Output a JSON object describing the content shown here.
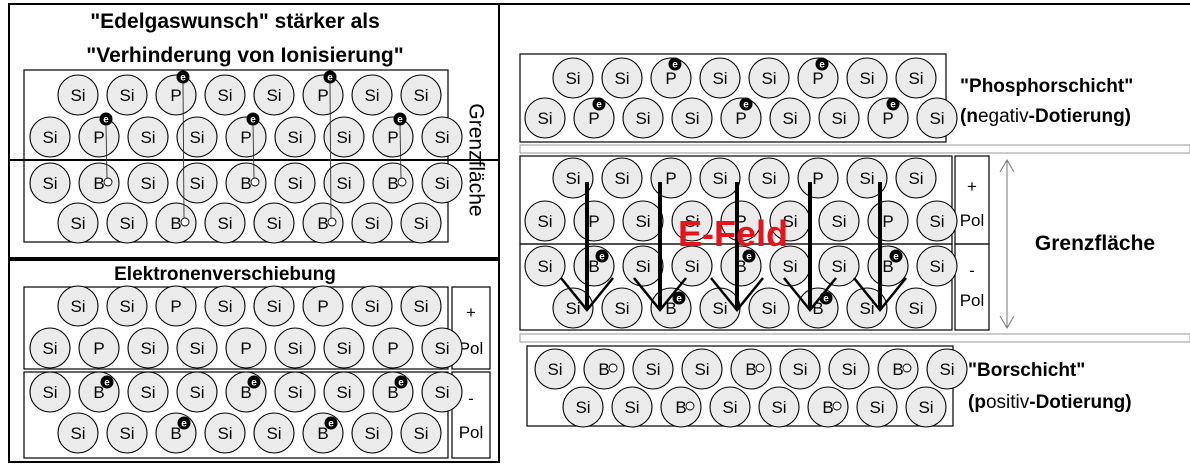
{
  "atoms": {
    "si": "Si",
    "p": "P",
    "b": "B",
    "electron": "e"
  },
  "left_top": {
    "title_line1": "\"Edelgaswunsch\" stärker als",
    "title_line2": "\"Verhinderung von Ionisierung\"",
    "interface_label": "Grenzfläche"
  },
  "left_bottom": {
    "title": "Elektronenverschiebung",
    "plus_sign": "+",
    "minus_sign": "-",
    "pol": "Pol"
  },
  "right": {
    "phosphor_label_open": "\"",
    "phosphor_label_main": "Phosphorschicht\"",
    "phosphor_sub_paren_open": "(",
    "phosphor_sub_n": "n",
    "phosphor_sub_egativ": "egativ",
    "phosphor_sub_dash": "-",
    "phosphor_sub_dotierung": "Dotierung)",
    "efield_label": "E-Feld",
    "interface_label": "Grenzfläche",
    "plus_sign": "+",
    "minus_sign": "-",
    "pol": "Pol",
    "bor_label": "\"Borschicht\"",
    "bor_sub_paren_open": "(",
    "bor_sub_p": "p",
    "bor_sub_ositiv": "ositiv",
    "bor_sub_dash": "-",
    "bor_sub_dotierung": "Dotierung)"
  },
  "colors": {
    "atom_fill": "#ebebeb",
    "line": "#000000",
    "efield": "#e8131a",
    "separator": "#bfbfbf"
  }
}
